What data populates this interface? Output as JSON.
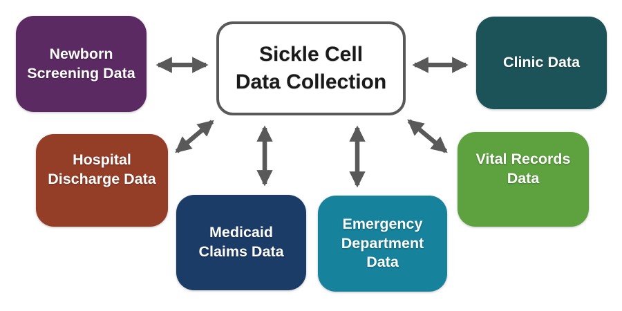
{
  "diagram": {
    "title": "Sickle Cell Data Collection"
  },
  "center": {
    "label": "Sickle Cell Data Collection",
    "lines": [
      "Sickle Cell",
      "Data Collection"
    ],
    "bg": "#FFFFFF",
    "border_color": "#595959",
    "text_color": "#1A1A1A"
  },
  "nodes": {
    "newborn": {
      "label": "Newborn Screening Data",
      "lines": [
        "Newborn",
        "Screening Data"
      ],
      "color": "#5B2A62"
    },
    "clinic": {
      "label": "Clinic Data",
      "lines": [
        "Clinic Data"
      ],
      "color": "#1C5359"
    },
    "hospital": {
      "label": "Hospital Discharge Data",
      "lines": [
        "Hospital",
        "Discharge Data"
      ],
      "color": "#943E28"
    },
    "medicaid": {
      "label": "Medicaid Claims Data",
      "lines": [
        "Medicaid",
        "Claims Data"
      ],
      "color": "#1C3C68"
    },
    "emergency": {
      "label": "Emergency Department Data",
      "lines": [
        "Emergency",
        "Department",
        "Data"
      ],
      "color": "#16829C"
    },
    "vital": {
      "label": "Vital Records Data",
      "lines": [
        "Vital Records",
        "Data"
      ],
      "color": "#5DA23F"
    }
  },
  "colors": {
    "arrow": "#595959",
    "node_text": "#FFFFFF",
    "background": "#FFFFFF"
  },
  "connections": [
    {
      "from": "Sickle Cell Data Collection",
      "to": "Newborn Screening Data",
      "bidirectional": true
    },
    {
      "from": "Sickle Cell Data Collection",
      "to": "Clinic Data",
      "bidirectional": true
    },
    {
      "from": "Sickle Cell Data Collection",
      "to": "Hospital Discharge Data",
      "bidirectional": true
    },
    {
      "from": "Sickle Cell Data Collection",
      "to": "Medicaid Claims Data",
      "bidirectional": true
    },
    {
      "from": "Sickle Cell Data Collection",
      "to": "Emergency Department Data",
      "bidirectional": true
    },
    {
      "from": "Sickle Cell Data Collection",
      "to": "Vital Records Data",
      "bidirectional": true
    }
  ]
}
